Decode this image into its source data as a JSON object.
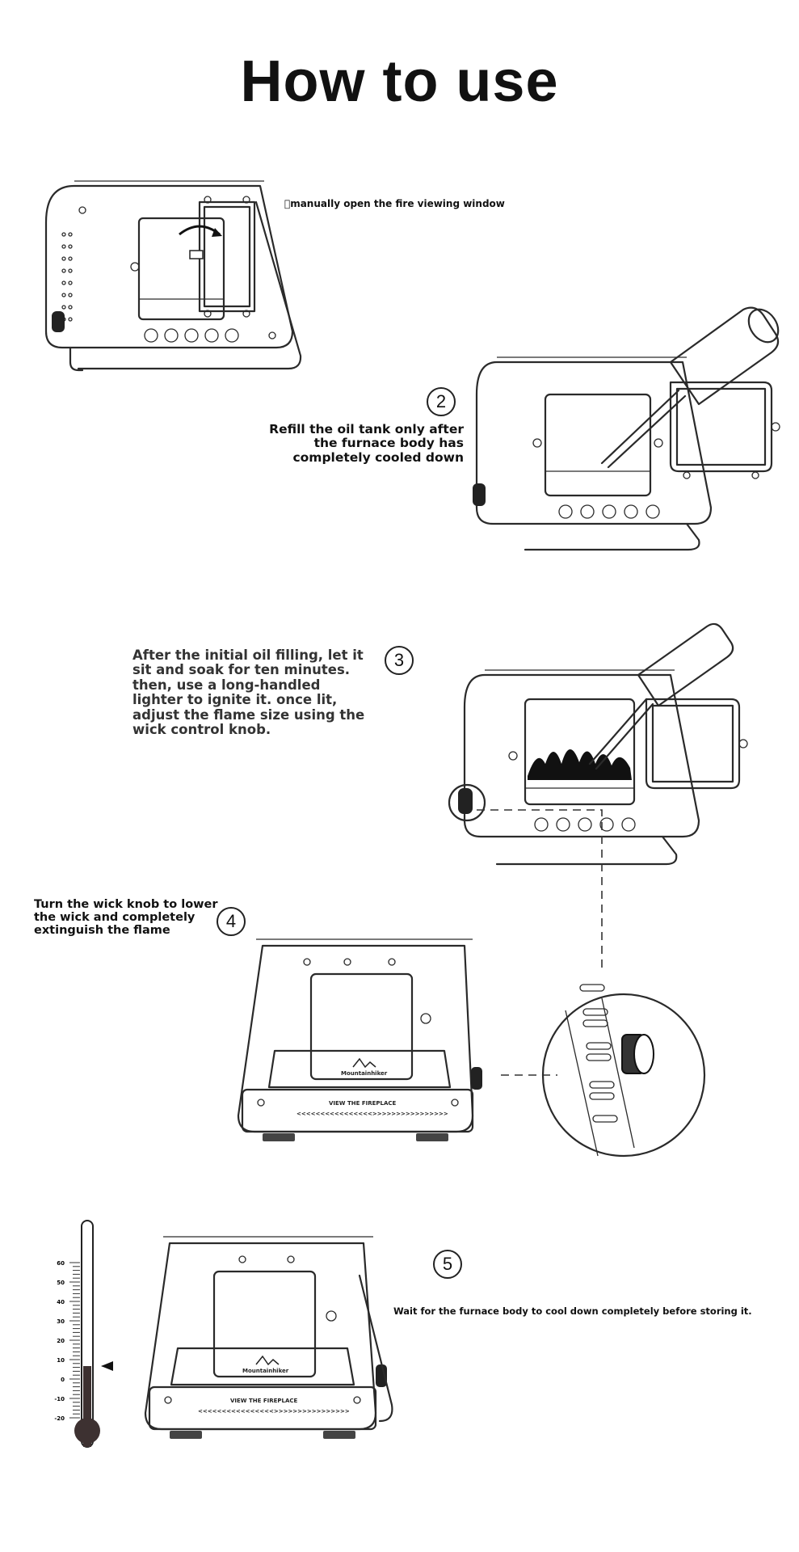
{
  "title": "How to use",
  "steps": [
    {
      "number": "",
      "text": "\u0000manually open the fire viewing window"
    },
    {
      "number": "2",
      "text": "Refill the oil tank only after the furnace body has completely cooled down"
    },
    {
      "number": "3",
      "text": "After the initial oil filling, let it sit and soak for ten minutes. then, use a long-handled lighter to ignite it. once lit, adjust the flame size using the wick control knob."
    },
    {
      "number": "4",
      "text": "Turn the wick knob to lower the wick and completely extinguish the flame"
    },
    {
      "number": "5",
      "text": "Wait for the furnace body to cool down completely before storing it."
    }
  ],
  "product": {
    "brand": "Mountainhiker",
    "front_label": "VIEW THE FIREPLACE",
    "chevrons": "<<<<<<<<<<<<<<<<>>>>>>>>>>>>>>>>"
  },
  "thermometer": {
    "ticks": [
      "60",
      "50",
      "40",
      "30",
      "20",
      "10",
      "0",
      "-10",
      "-20"
    ],
    "fill_color": "#3d3131"
  }
}
